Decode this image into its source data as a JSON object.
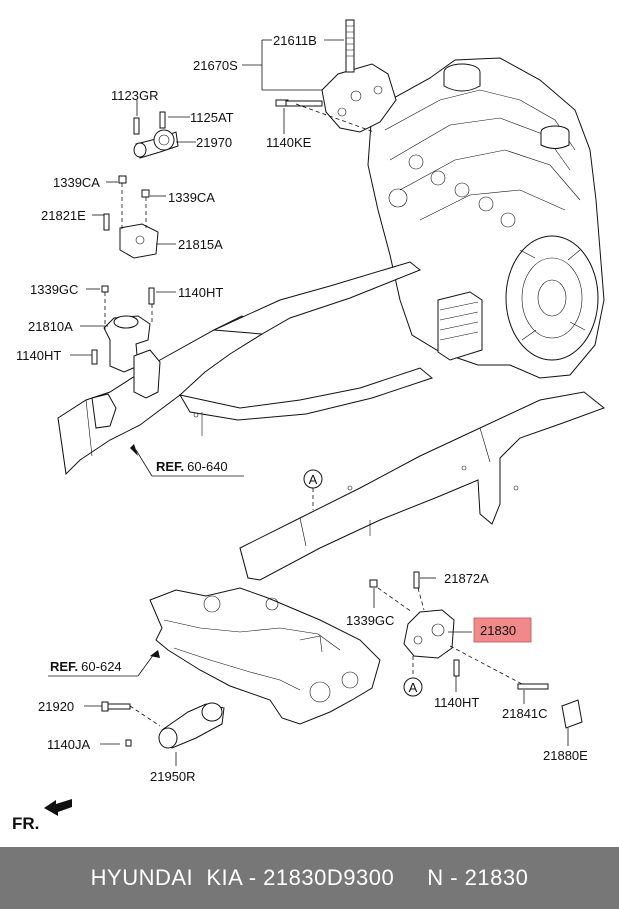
{
  "labels": {
    "l21611B": "21611B",
    "l21670S": "21670S",
    "l1140KE": "1140KE",
    "l1123GR": "1123GR",
    "l1125AT": "1125AT",
    "l21970": "21970",
    "l1339CA_left": "1339CA",
    "l1339CA_right": "1339CA",
    "l21821E": "21821E",
    "l21815A": "21815A",
    "l1339GC_top": "1339GC",
    "l1140HT_top": "1140HT",
    "l21810A": "21810A",
    "l1140HT_left": "1140HT",
    "l21872A": "21872A",
    "l1339GC_bottom": "1339GC",
    "l21830": "21830",
    "l1140HT_bottom": "1140HT",
    "l21841C": "21841C",
    "l21880E": "21880E",
    "l21920": "21920",
    "l1140JA": "1140JA",
    "l21950R": "21950R",
    "circleA_top": "A",
    "circleA_bottom": "A"
  },
  "refs": {
    "ref1_prefix": "REF.",
    "ref1_num": "60-640",
    "ref2_prefix": "REF.",
    "ref2_num": "60-624"
  },
  "direction": {
    "label": "FR."
  },
  "footer": {
    "text": "HYUNDAI  KIA - 21830D9300     N - 21830"
  },
  "colors": {
    "highlight": "#f08a8a",
    "footer_bg": "#777777",
    "footer_text": "#ffffff"
  }
}
